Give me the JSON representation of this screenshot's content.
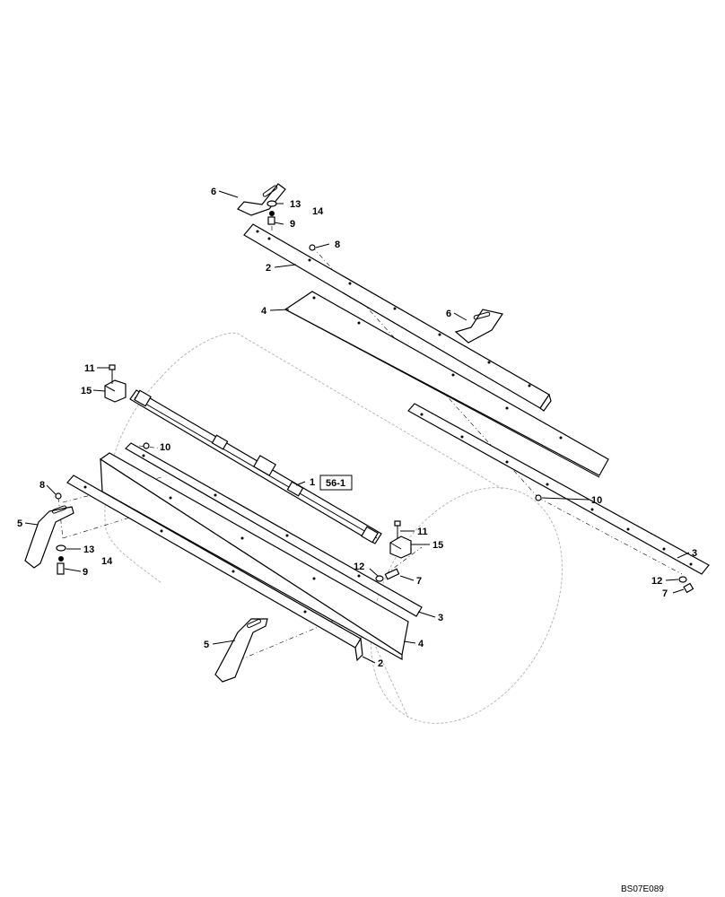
{
  "figure_id": "BS07E089",
  "reference": "56-1",
  "callouts": {
    "c6_top": "6",
    "c13_top": "13",
    "c14_top": "14",
    "c9_top": "9",
    "c8_top": "8",
    "c2_top": "2",
    "c4_top": "4",
    "c6_mid": "6",
    "c11_left": "11",
    "c15_left": "15",
    "c10_left": "10",
    "c1": "1",
    "c8_left": "8",
    "c5_left": "5",
    "c13_left": "13",
    "c14_left": "14",
    "c9_left": "9",
    "c11_right": "11",
    "c15_right": "15",
    "c12_mid": "12",
    "c7_mid": "7",
    "c3_front": "3",
    "c4_front": "4",
    "c2_front": "2",
    "c5_bottom": "5",
    "c10_right": "10",
    "c3_right": "3",
    "c12_right": "12",
    "c7_right": "7"
  }
}
